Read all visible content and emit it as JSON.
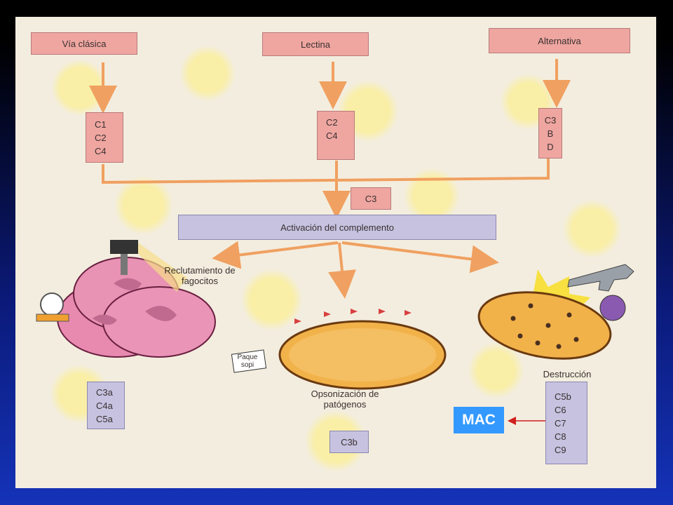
{
  "pathways": {
    "classical": "Vía clásica",
    "lectin": "Lectina",
    "alternative": "Alternativa"
  },
  "components": {
    "classical": [
      "C1",
      "C2",
      "C4"
    ],
    "lectin": [
      "C2",
      "C4"
    ],
    "alternative": [
      "C3",
      "B",
      "D"
    ]
  },
  "c3": "C3",
  "activation": "Activación del complemento",
  "outcomes": {
    "recruitment": "Reclutamiento de fagocitos",
    "opsonization": "Opsonización de patógenos",
    "destruction": "Destrucción"
  },
  "outcome_components": {
    "recruitment": [
      "C3a",
      "C4a",
      "C5a"
    ],
    "opsonization": [
      "C3b"
    ],
    "destruction": [
      "C5b",
      "C6",
      "C7",
      "C8",
      "C9"
    ]
  },
  "packet_label": "Paque sopi",
  "mac_label": "MAC",
  "colors": {
    "arrow": "#f0a060",
    "pink_box": "#efa6a0",
    "lavender_box": "#c6c2e0",
    "mac": "#3399ff",
    "cell": "#e88ab0",
    "bacterium": "#f2b24a"
  }
}
